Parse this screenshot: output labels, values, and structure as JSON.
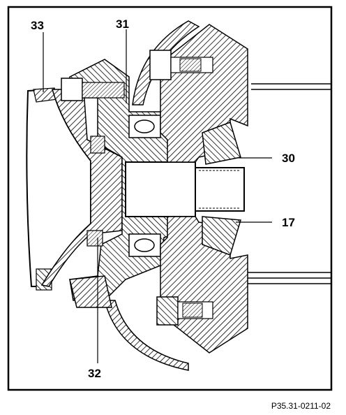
{
  "figure": {
    "callouts": [
      {
        "id": "c33",
        "label": "33"
      },
      {
        "id": "c31",
        "label": "31"
      },
      {
        "id": "c30",
        "label": "30"
      },
      {
        "id": "c17",
        "label": "17"
      },
      {
        "id": "c32",
        "label": "32"
      }
    ],
    "reference": "P35.31-0211-02"
  },
  "colors": {
    "ink": "#000000",
    "paper": "#ffffff"
  }
}
